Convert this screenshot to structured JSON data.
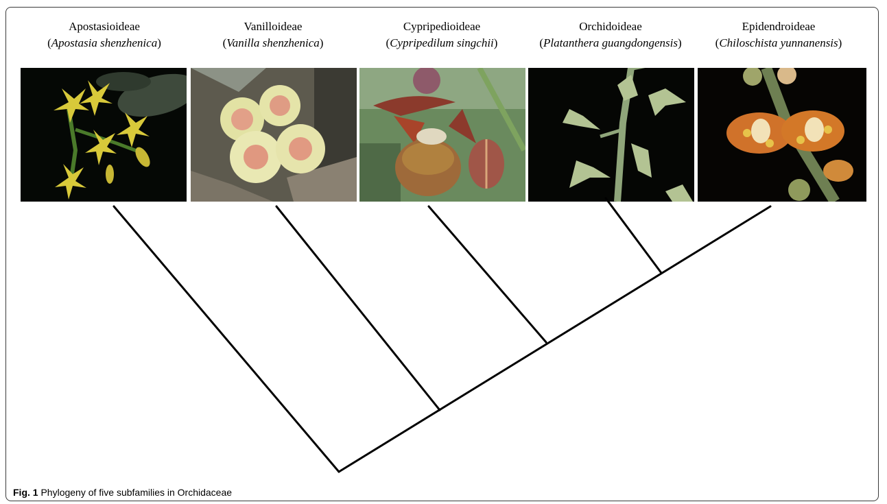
{
  "taxa": [
    {
      "subfamily": "Apostasioideae",
      "species": "Apostasia shenzhenica"
    },
    {
      "subfamily": "Vanilloideae",
      "species": "Vanilla shenzhenica"
    },
    {
      "subfamily": "Cypripedioideae",
      "species": "Cypripedilum singchii"
    },
    {
      "subfamily": "Orchidoideae",
      "species": "Platanthera guangdongensis"
    },
    {
      "subfamily": "Epidendroideae",
      "species": "Chiloschista yunnanensis"
    }
  ],
  "caption": {
    "label": "Fig. 1",
    "text": "Phylogeny of five subfamilies in Orchidaceae"
  },
  "colors": {
    "tree_line": "#000000",
    "frame_border": "#3a3a3a"
  }
}
